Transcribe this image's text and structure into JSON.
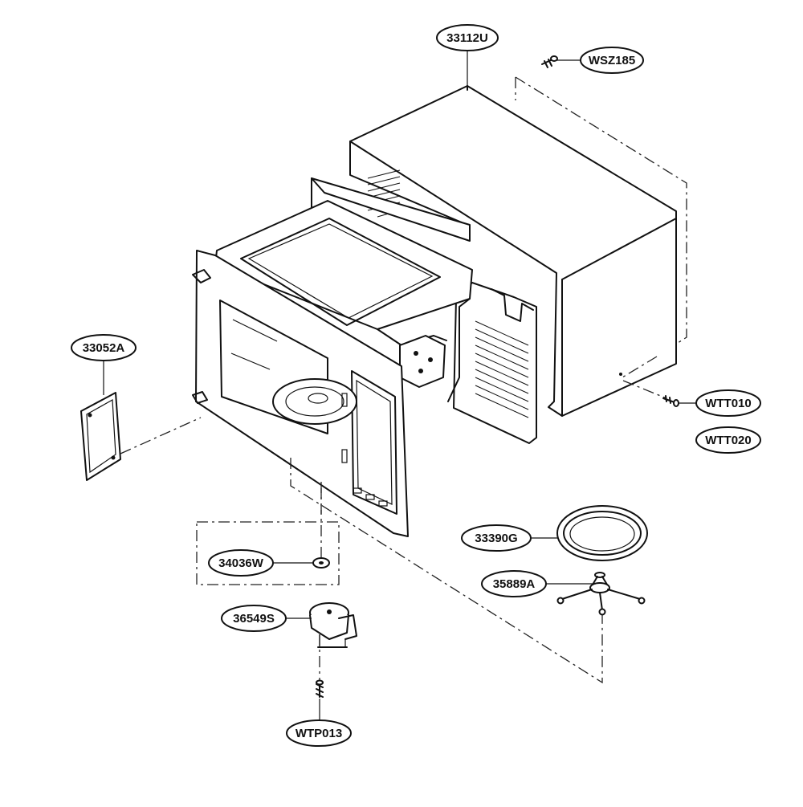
{
  "diagram": {
    "labels": {
      "cabinet": "33112U",
      "screw_top": "WSZ185",
      "cover": "33052A",
      "screw_side_a": "WTT010",
      "screw_side_b": "WTT020",
      "tray": "33390G",
      "coupler": "34036W",
      "roller": "35889A",
      "motor": "36549S",
      "screw_motor": "WTP013"
    },
    "colors": {
      "line": "#111111",
      "background": "#ffffff"
    }
  }
}
